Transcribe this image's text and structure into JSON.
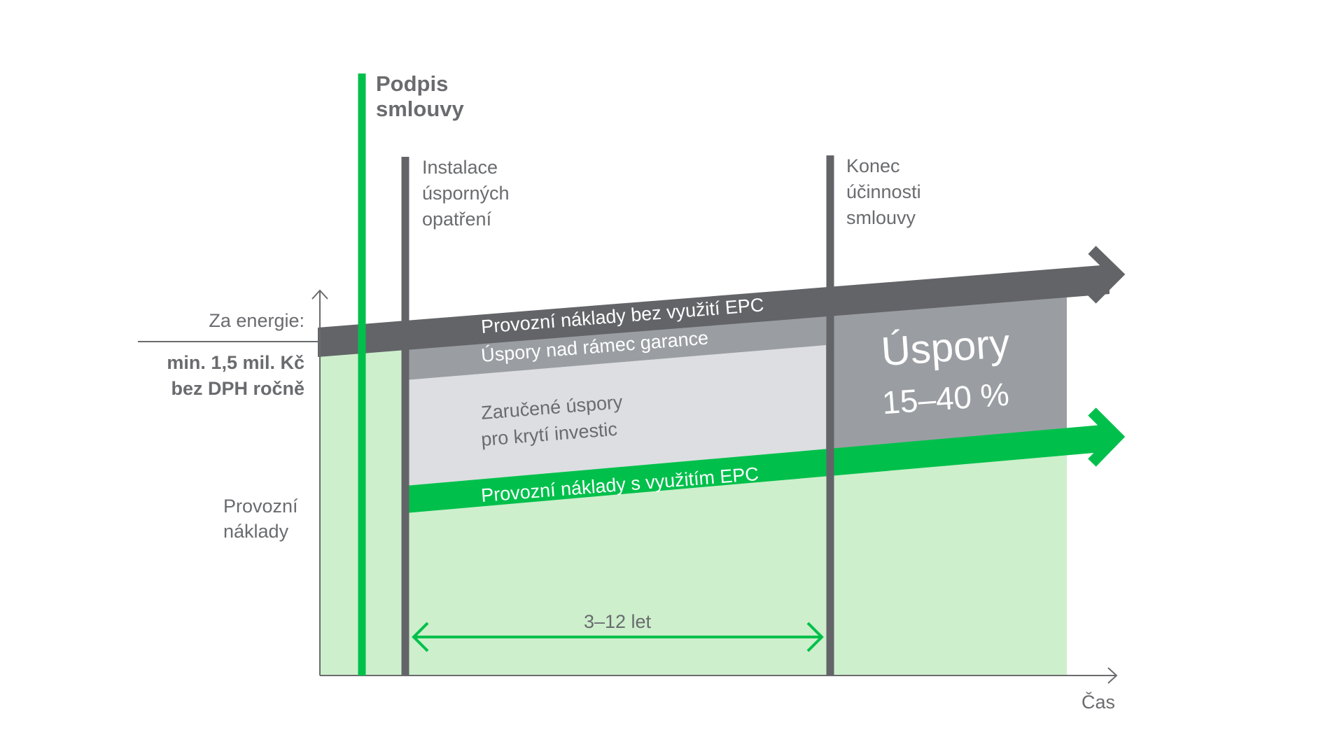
{
  "colors": {
    "green": "#00c04b",
    "green_light": "#cdefcc",
    "dark_gray": "#636468",
    "mid_gray": "#9a9ea2",
    "light_gray": "#dcdee1",
    "text_gray": "#6a6b6e",
    "white": "#ffffff"
  },
  "milestones": {
    "signing": {
      "line1": "Podpis",
      "line2": "smlouvy"
    },
    "installation": {
      "line1": "Instalace",
      "line2": "úsporných",
      "line3": "opatření"
    },
    "end": {
      "line1": "Konec",
      "line2": "účinnosti",
      "line3": "smlouvy"
    }
  },
  "y_axis": {
    "label_energy": "Za energie:",
    "amount_line1": "min. 1,5 mil. Kč",
    "amount_line2": "bez DPH ročně",
    "cost_line1": "Provozní",
    "cost_line2": "náklady"
  },
  "x_axis": {
    "label": "Čas"
  },
  "bands": {
    "without_epc": "Provozní náklady bez využití EPC",
    "above_guarantee": "Úspory nad rámec garance",
    "guaranteed_line1": "Zaručené úspory",
    "guaranteed_line2": "pro krytí investic",
    "with_epc": "Provozní náklady s využitím EPC"
  },
  "savings": {
    "line1": "Úspory",
    "line2": "15–40 %"
  },
  "duration": {
    "label": "3–12 let"
  },
  "icons": {
    "arrow_head": "chevron-right-icon"
  }
}
